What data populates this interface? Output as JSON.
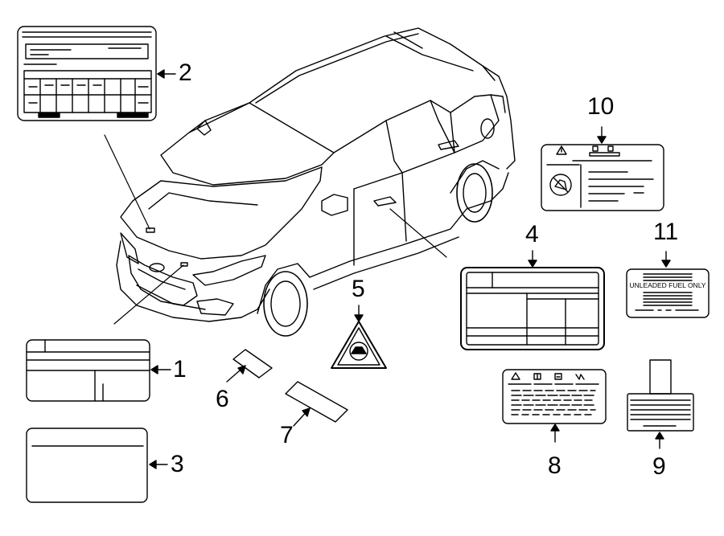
{
  "callouts": {
    "n1": "1",
    "n2": "2",
    "n3": "3",
    "n4": "4",
    "n5": "5",
    "n6": "6",
    "n7": "7",
    "n8": "8",
    "n9": "9",
    "n10": "10",
    "n11": "11"
  },
  "label11": {
    "text": "UNLEADED FUEL ONLY"
  },
  "icons": [
    "warning-triangle-icon",
    "book-icon",
    "battery-icon",
    "fuse-icon",
    "no-symbol-icon"
  ]
}
